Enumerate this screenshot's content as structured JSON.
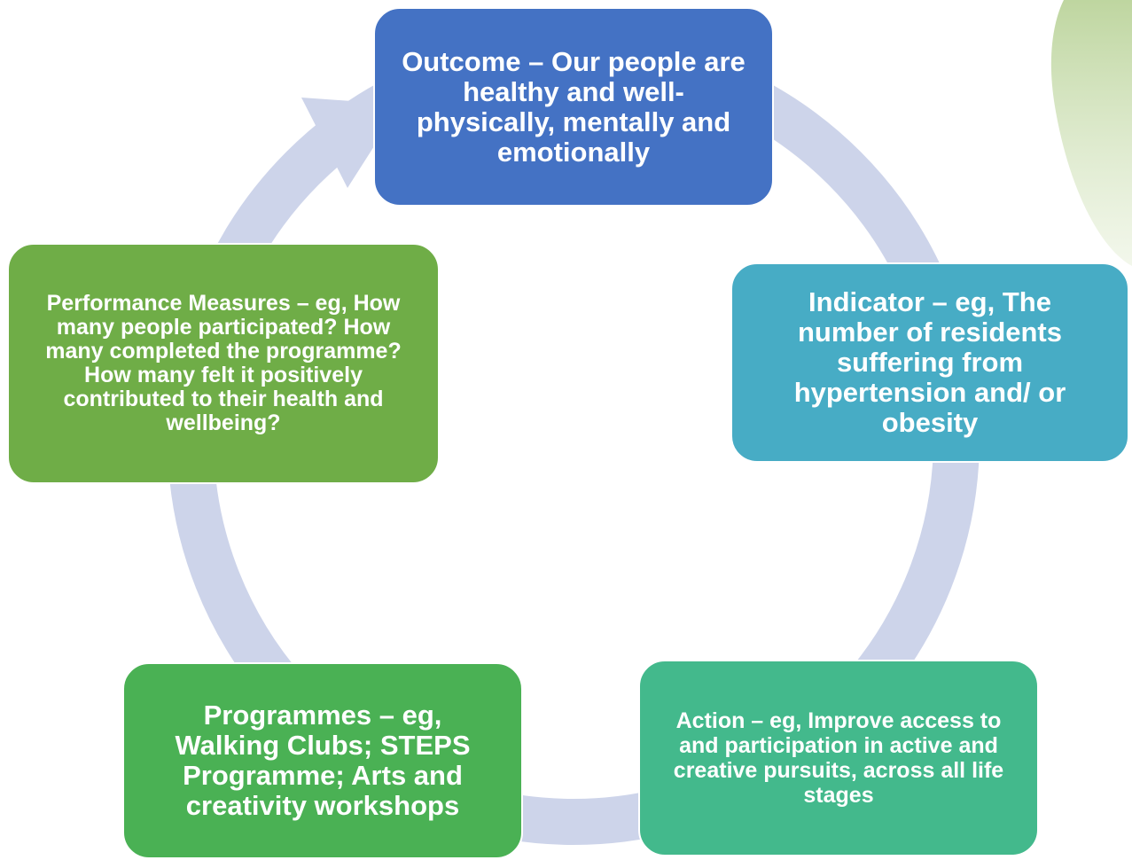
{
  "diagram": {
    "type": "cycle",
    "colors": {
      "ring": "#cdd4ea",
      "leaf": "#c6dba6",
      "outcome": "#4472c4",
      "indicator": "#47acc5",
      "action": "#43b98c",
      "programmes": "#4ab154",
      "measures": "#6fad47"
    },
    "nodes": {
      "outcome": "Outcome – Our people are healthy and well- physically, mentally and emotionally",
      "indicator": "Indicator – eg, The number of residents suffering from hypertension and/ or obesity",
      "action": "Action – eg, Improve access to and participation in active and creative pursuits, across all life stages",
      "programmes": "Programmes – eg, Walking Clubs; STEPS Programme; Arts and creativity workshops",
      "measures": "Performance Measures – eg, How many people participated? How many completed the programme? How many felt it positively contributed to their health and wellbeing?"
    }
  }
}
